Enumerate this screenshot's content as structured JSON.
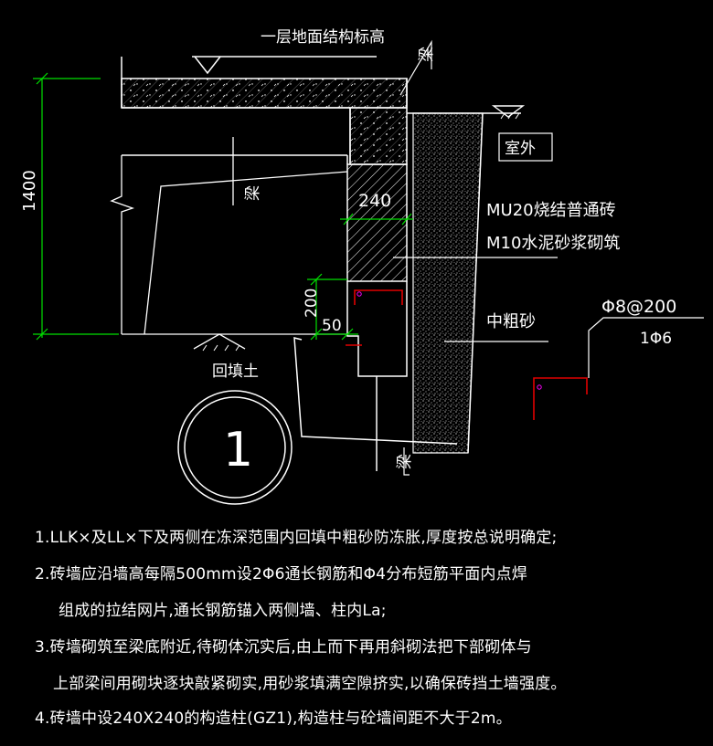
{
  "labels": {
    "floor_level": "一层地面结构标高",
    "beam_top": "梁",
    "outdoor": "室外",
    "beam_mid": "梁",
    "thickness": "240",
    "brick_line1": "MU20烧结普通砖",
    "brick_line2": "M10水泥砂浆砌筑",
    "height_total": "1400",
    "dim_200": "200",
    "dim_50": "50",
    "sand": "中粗砂",
    "rebar_top": "Φ8@200",
    "rebar_bottom": "1Φ6",
    "backfill": "回填土",
    "detail_number": "1",
    "beam_bottom": "梁"
  },
  "notes": [
    "1.LLK×及LL×下及两侧在冻深范围内回填中粗砂防冻胀,厚度按总说明确定;",
    "2.砖墙应沿墙高每隔500mm设2Φ6通长钢筋和Φ4分布短筋平面内点焊",
    "组成的拉结网片,通长钢筋锚入两侧墙、柱内La;",
    "3.砖墙砌筑至梁底附近,待砌体沉实后,由上而下再用斜砌法把下部砌体与",
    "上部梁间用砌块逐块敲紧砌实,用砂浆填满空隙挤实,以确保砖挡土墙强度。",
    "4.砖墙中设240X240的构造柱(GZ1),构造柱与砼墙间距不大于2m。"
  ],
  "colors": {
    "background": "#000000",
    "lines": "#ffffff",
    "dimension": "#00e000",
    "rebar": "#e00000",
    "marker": "#ff00ff"
  }
}
